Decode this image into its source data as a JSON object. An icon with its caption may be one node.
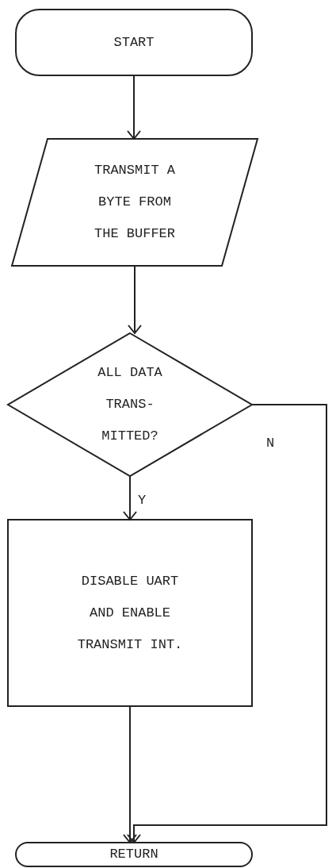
{
  "diagram": {
    "nodes": [
      {
        "text": [
          "START"
        ]
      },
      {
        "text": [
          "TRANSMIT A BYTE FROM THE BUFFER"
        ]
      },
      {
        "text": [
          "ALL DATA TRANS- MITTED?"
        ]
      },
      {
        "text": [
          "DISABLE UART AND ENABLE TRANSMIT INT."
        ]
      },
      {
        "text": [
          "RETURN"
        ]
      }
    ],
    "edges": [
      {
        "from": 0,
        "to": 1,
        "arrow": "to"
      },
      {
        "from": 1,
        "to": 2,
        "arrow": "to"
      },
      {
        "from": 2,
        "to": 3,
        "arrow": "to",
        "label": "Y"
      },
      {
        "from": 2,
        "to": 4,
        "arrow": "to",
        "label": "N"
      },
      {
        "from": 3,
        "to": 4,
        "arrow": "to"
      }
    ]
  }
}
